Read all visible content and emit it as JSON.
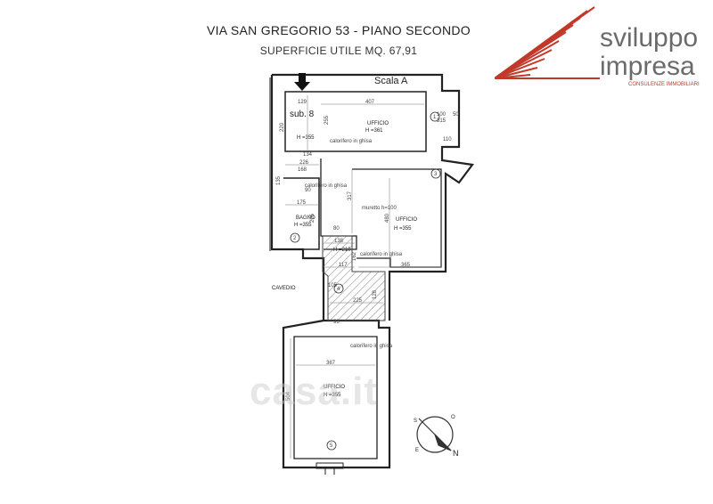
{
  "header": {
    "address": "VIA SAN GREGORIO 53 - PIANO SECONDO",
    "surface": "SUPERFICIE UTILE MQ. 67,91"
  },
  "logo": {
    "word1": "sviluppo",
    "word2": "impresa",
    "tagline": "CONSULENZE IMMOBILIARI",
    "brand_color": "#c0392b"
  },
  "plan": {
    "stair_label": "Scala A",
    "sub_label": "sub. 8",
    "rooms": [
      {
        "name": "UFFICIO",
        "height": "H =361"
      },
      {
        "name": "UFFICIO",
        "height": "H =355"
      },
      {
        "name": "BAGNO",
        "height": "H =355"
      },
      {
        "name": "UFFICIO",
        "height": "H =355"
      }
    ],
    "h355_small": "H =355",
    "h210": "H =210",
    "cavedio": "CAVEDIO",
    "markers": [
      "1",
      "2",
      "3",
      "4",
      "5"
    ],
    "dims": {
      "d407": "407",
      "d129": "129",
      "d255": "255",
      "d220": "220",
      "d110": "110",
      "d100": "100",
      "d315": "315",
      "d50": "50",
      "d168": "168",
      "d135": "135",
      "d175": "175",
      "d205": "205",
      "d317": "317",
      "d480": "480",
      "d365": "365",
      "d138": "138",
      "d117": "117",
      "d225": "225",
      "d367": "367",
      "d504": "504",
      "d162": "162",
      "d67": "67",
      "d226": "226",
      "d134": "134",
      "d128": "128",
      "d96": "96",
      "d90": "90",
      "d80": "80",
      "d105": "105"
    },
    "notes": {
      "cal1": "calorifero in ghisa",
      "cal2": "calorifero in ghisa",
      "cal3": "calorifero in ghisa",
      "cal4": "calorifero in ghisa",
      "muretto": "muretto h=100"
    },
    "compass": {
      "n": "N",
      "s": "S",
      "o": "O",
      "e": "E"
    }
  },
  "watermark": "casa.it"
}
